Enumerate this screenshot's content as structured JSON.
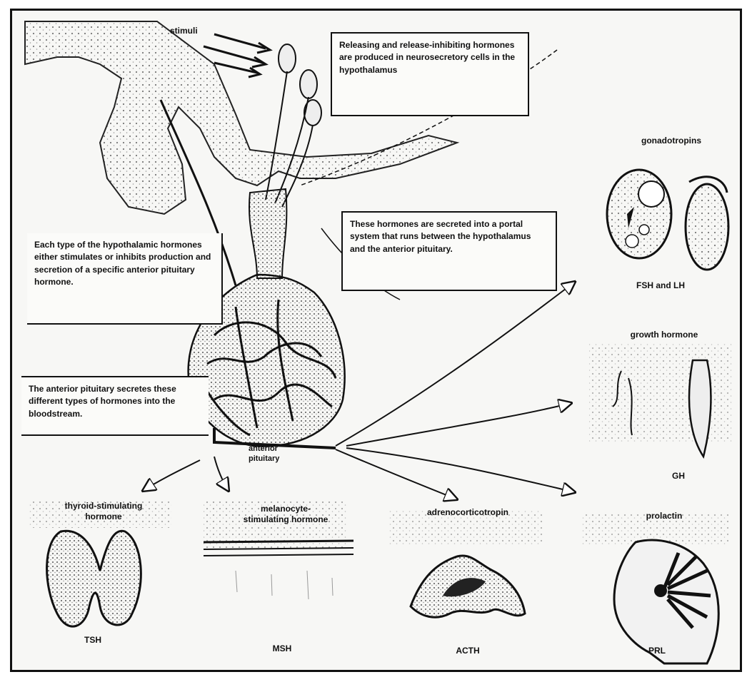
{
  "figure": {
    "stimuli_label": "stimuli",
    "anterior_pituitary_label": "anterior\npituitary",
    "boxes": {
      "releasing": "Releasing and release-inhibiting hormones are produced in neurosecretory cells in the hypothalamus",
      "portal": "These hormones are secreted into a portal system that runs between the hypothalamus and the anterior pituitary.",
      "each_type": "Each type of the hypothalamic hormones either stimulates or inhibits production and secretion of a specific anterior pituitary hormone.",
      "secretes": "The anterior pituitary secretes these different types of hormones into the bloodstream."
    },
    "hormones": [
      {
        "id": "gonadotropins",
        "title": "gonadotropins",
        "abbr": "FSH and LH"
      },
      {
        "id": "growth-hormone",
        "title": "growth hormone",
        "abbr": "GH"
      },
      {
        "id": "tsh",
        "title": "thyroid-stimulating\nhormone",
        "abbr": "TSH"
      },
      {
        "id": "msh",
        "title": "melanocyte-\nstimulating hormone",
        "abbr": "MSH"
      },
      {
        "id": "acth",
        "title": "adrenocorticotropin",
        "abbr": "ACTH"
      },
      {
        "id": "prolactin",
        "title": "prolactin",
        "abbr": "PRL"
      }
    ]
  }
}
